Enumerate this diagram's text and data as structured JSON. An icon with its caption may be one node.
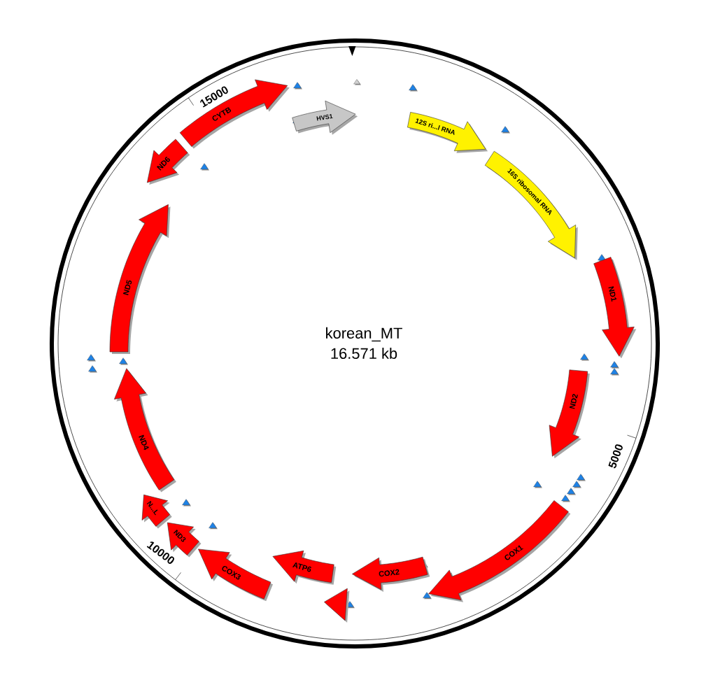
{
  "diagram": {
    "title": "korean_MT",
    "nodes": [
      {
        "text": [
          "HVS1"
        ]
      },
      {
        "text": [
          "12S ri...l RNA"
        ]
      },
      {
        "text": [
          "16S ribosomal RNA"
        ]
      },
      {
        "text": [
          "ND1"
        ]
      },
      {
        "text": [
          "ND2"
        ]
      },
      {
        "text": [
          "COX1"
        ]
      },
      {
        "text": [
          "COX2"
        ]
      },
      {
        "text": [],
        "shape": "triangle"
      },
      {
        "text": [
          "ATP6"
        ]
      },
      {
        "text": [
          "COX3"
        ]
      },
      {
        "text": [
          "ND3"
        ]
      },
      {
        "text": [
          "N...L"
        ]
      },
      {
        "text": [
          "ND4"
        ]
      },
      {
        "text": [
          "ND5"
        ]
      },
      {
        "text": [
          "ND6"
        ]
      },
      {
        "text": [
          "CYTB"
        ]
      }
    ],
    "labels": [
      "15000",
      "16.571 kb",
      "5000",
      "10000"
    ]
  }
}
